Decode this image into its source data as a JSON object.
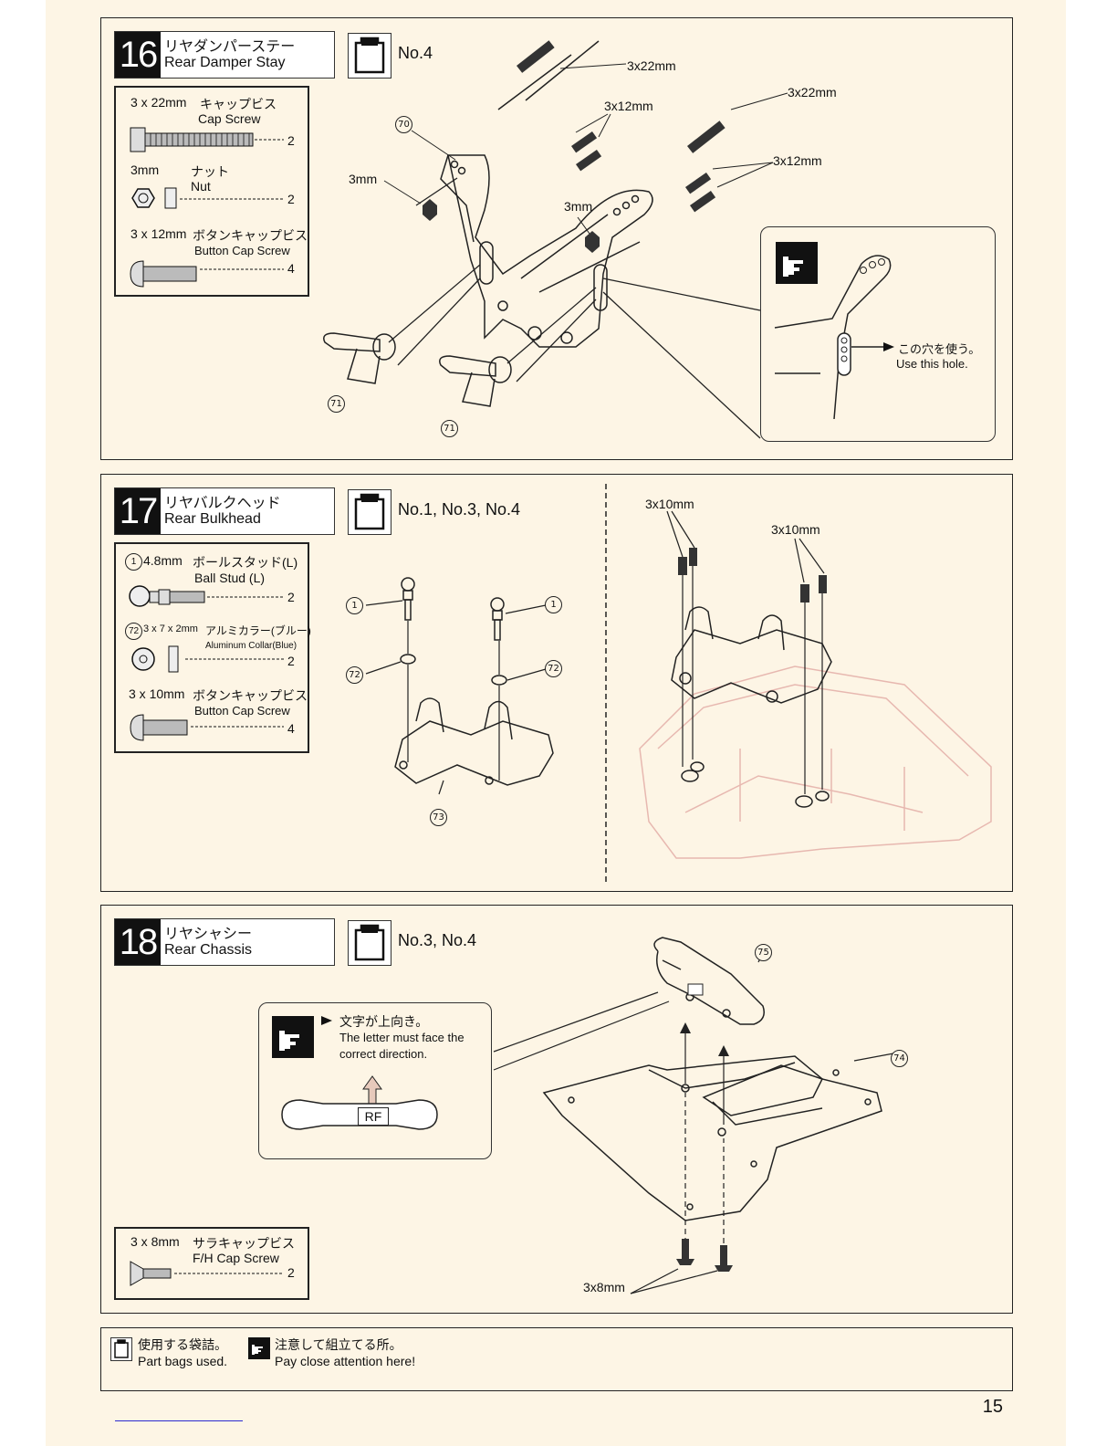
{
  "steps": {
    "s16": {
      "number": "16",
      "title_jp": "リヤダンパーステー",
      "title_en": "Rear Damper Stay",
      "bag": "No.4",
      "parts": [
        {
          "size": "3 x 22mm",
          "jp": "キャップビス",
          "en": "Cap Screw",
          "qty": "2"
        },
        {
          "size": "3mm",
          "jp": "ナット",
          "en": "Nut",
          "qty": "2"
        },
        {
          "size": "3 x 12mm",
          "jp": "ボタンキャップビス",
          "en": "Button Cap Screw",
          "qty": "4"
        }
      ],
      "labels": [
        "3x22mm",
        "3x12mm",
        "3x22mm",
        "3x12mm",
        "3mm",
        "3mm"
      ],
      "callouts": [
        "70",
        "71",
        "71"
      ],
      "note_jp": "この穴を使う。",
      "note_en": "Use this hole."
    },
    "s17": {
      "number": "17",
      "title_jp": "リヤバルクヘッド",
      "title_en": "Rear Bulkhead",
      "bag": "No.1, No.3, No.4",
      "parts": [
        {
          "ref": "1",
          "size": "4.8mm",
          "jp": "ボールスタッド(L)",
          "en": "Ball Stud (L)",
          "qty": "2"
        },
        {
          "ref": "72",
          "size": "3 x 7 x 2mm",
          "jp": "アルミカラー(ブルー)",
          "en": "Aluminum Collar(Blue)",
          "qty": "2"
        },
        {
          "size": "3 x 10mm",
          "jp": "ボタンキャップビス",
          "en": "Button Cap Screw",
          "qty": "4"
        }
      ],
      "labels": [
        "3x10mm",
        "3x10mm"
      ],
      "callouts": [
        "1",
        "1",
        "72",
        "72",
        "73"
      ]
    },
    "s18": {
      "number": "18",
      "title_jp": "リヤシャシー",
      "title_en": "Rear Chassis",
      "bag": "No.3, No.4",
      "parts": [
        {
          "size": "3 x 8mm",
          "jp": "サラキャップビス",
          "en": "F/H Cap Screw",
          "qty": "2"
        }
      ],
      "labels": [
        "3x8mm"
      ],
      "callouts": [
        "75",
        "74"
      ],
      "note_jp": "文字が上向き。",
      "note_en1": "The letter must face the",
      "note_en2": "correct direction.",
      "rf": "RF"
    }
  },
  "legend": {
    "bag_jp": "使用する袋詰。",
    "bag_en": "Part bags used.",
    "attn_jp": "注意して組立てる所。",
    "attn_en": "Pay close attention here!"
  },
  "page_number": "15"
}
